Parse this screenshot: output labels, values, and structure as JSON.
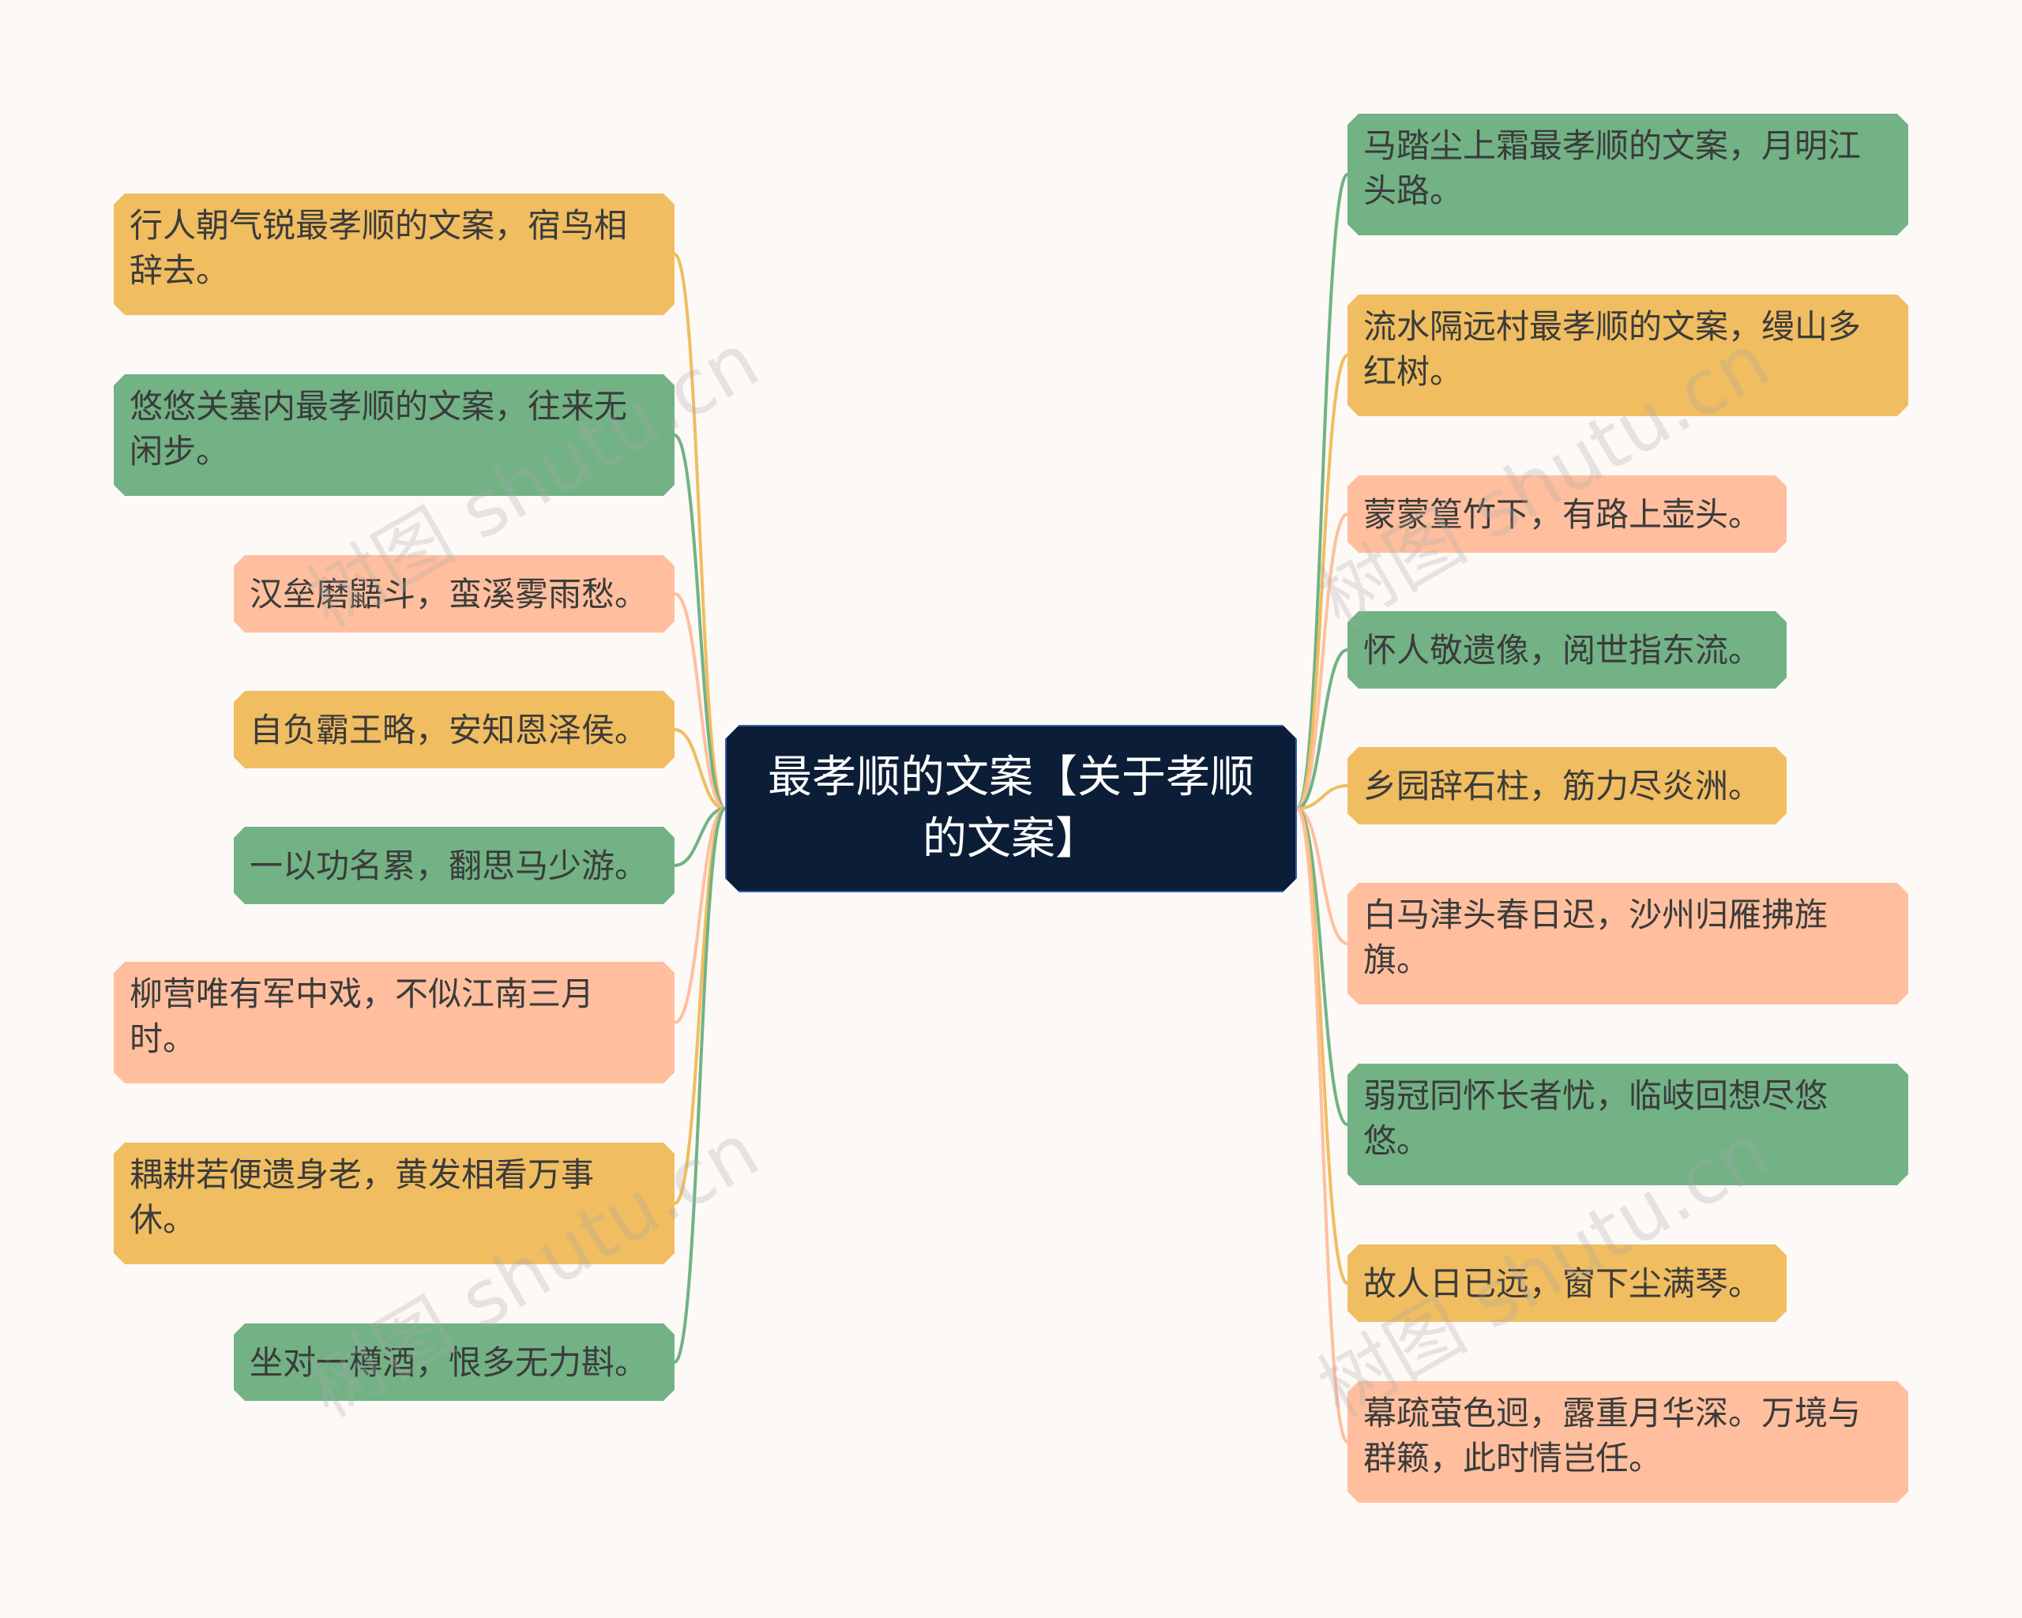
{
  "root": {
    "text": "最孝顺的文案【关于孝顺的文案】"
  },
  "left_nodes": [
    {
      "text": "行人朝气锐最孝顺的文案，宿鸟相辞去。",
      "color": "#f0bd60"
    },
    {
      "text": "悠悠关塞内最孝顺的文案，往来无闲步。",
      "color": "#72b285"
    },
    {
      "text": "汉垒磨鼯斗，蛮溪雾雨愁。",
      "color": "#ffbf9e"
    },
    {
      "text": "自负霸王略，安知恩泽侯。",
      "color": "#f0bd60"
    },
    {
      "text": "一以功名累，翻思马少游。",
      "color": "#72b285"
    },
    {
      "text": "柳营唯有军中戏，不似江南三月时。",
      "color": "#ffbf9e"
    },
    {
      "text": "耦耕若便遗身老，黄发相看万事休。",
      "color": "#f0bd60"
    },
    {
      "text": "坐对一樽酒，恨多无力斟。",
      "color": "#72b285"
    }
  ],
  "right_nodes": [
    {
      "text": "马踏尘上霜最孝顺的文案，月明江头路。",
      "color": "#72b285"
    },
    {
      "text": "流水隔远村最孝顺的文案，缦山多红树。",
      "color": "#f0bd60"
    },
    {
      "text": "蒙蒙篁竹下，有路上壶头。",
      "color": "#ffbf9e"
    },
    {
      "text": "怀人敬遗像，阅世指东流。",
      "color": "#72b285"
    },
    {
      "text": "乡园辞石柱，筋力尽炎洲。",
      "color": "#f0bd60"
    },
    {
      "text": "白马津头春日迟，沙州归雁拂旌旗。",
      "color": "#ffbf9e"
    },
    {
      "text": "弱冠同怀长者忧，临岐回想尽悠悠。",
      "color": "#72b285"
    },
    {
      "text": "故人日已远，窗下尘满琴。",
      "color": "#f0bd60"
    },
    {
      "text": "幕疏萤色迥，露重月华深。万境与群籁，此时情岂任。",
      "color": "#ffbf9e"
    }
  ]
}
